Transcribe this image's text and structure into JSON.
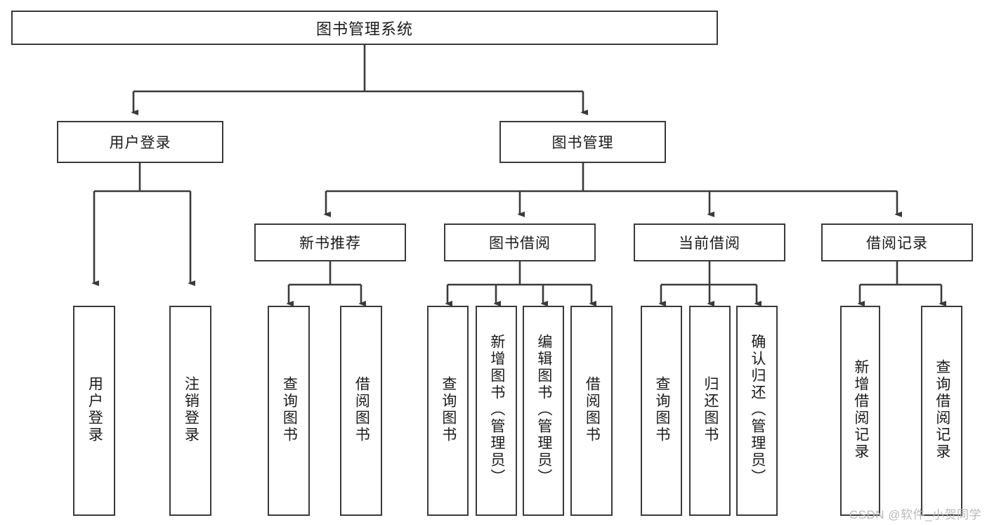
{
  "diagram": {
    "type": "tree-hierarchy",
    "root": {
      "id": "root",
      "label": "图书管理系统"
    },
    "level1": [
      {
        "id": "user-login",
        "label": "用户登录"
      },
      {
        "id": "book-management",
        "label": "图书管理"
      }
    ],
    "level2": [
      {
        "id": "new-book-recommend",
        "label": "新书推荐",
        "parent": "book-management"
      },
      {
        "id": "book-borrow",
        "label": "图书借阅",
        "parent": "book-management"
      },
      {
        "id": "current-borrow",
        "label": "当前借阅",
        "parent": "book-management"
      },
      {
        "id": "borrow-record",
        "label": "借阅记录",
        "parent": "book-management"
      }
    ],
    "leaves": {
      "user-login": [
        {
          "id": "leaf-user-login",
          "label": "用户登录"
        },
        {
          "id": "leaf-logout",
          "label": "注销登录"
        }
      ],
      "new-book-recommend": [
        {
          "id": "leaf-query-book-1",
          "label": "查询图书"
        },
        {
          "id": "leaf-borrow-book-1",
          "label": "借阅图书"
        }
      ],
      "book-borrow": [
        {
          "id": "leaf-query-book-2",
          "label": "查询图书"
        },
        {
          "id": "leaf-add-book",
          "label": "新增图书（管理员）"
        },
        {
          "id": "leaf-edit-book",
          "label": "编辑图书（管理员）"
        },
        {
          "id": "leaf-borrow-book-2",
          "label": "借阅图书"
        }
      ],
      "current-borrow": [
        {
          "id": "leaf-query-book-3",
          "label": "查询图书"
        },
        {
          "id": "leaf-return-book",
          "label": "归还图书"
        },
        {
          "id": "leaf-confirm-return",
          "label": "确认归还（管理员）"
        }
      ],
      "borrow-record": [
        {
          "id": "leaf-add-record",
          "label": "新增借阅记录"
        },
        {
          "id": "leaf-query-record",
          "label": "查询借阅记录"
        }
      ]
    }
  },
  "watermark": {
    "text": "CSDN @软件_小贺同学"
  },
  "colors": {
    "stroke": "#3a3a3a",
    "background": "#ffffff",
    "text": "#1b1b1b",
    "watermark": "#b9b9b9"
  }
}
